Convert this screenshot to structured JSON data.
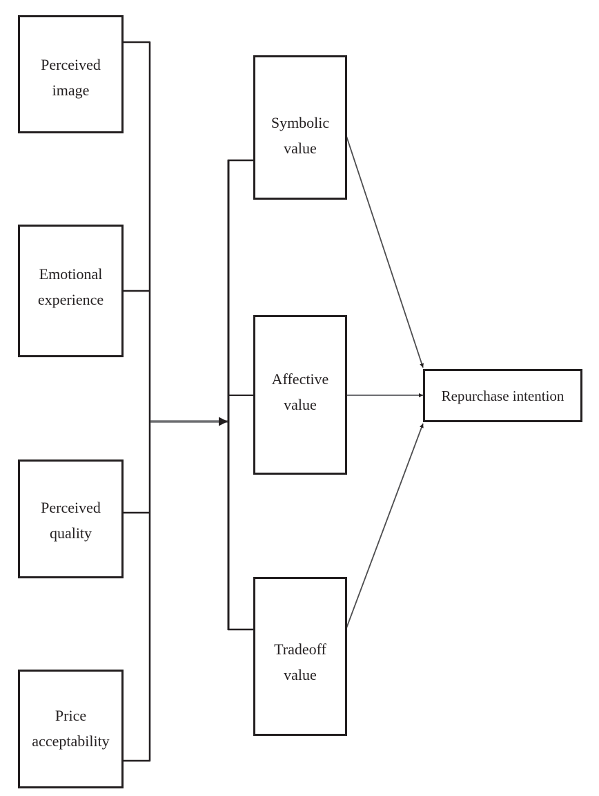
{
  "diagram": {
    "type": "path-model",
    "colors": {
      "stroke": "#231f20",
      "arrow_gray": "#6d6e71",
      "background": "#ffffff"
    },
    "antecedents": [
      {
        "id": "perceived-image",
        "lines": [
          "Perceived",
          "image"
        ]
      },
      {
        "id": "emotional-experience",
        "lines": [
          "Emotional",
          "experience"
        ]
      },
      {
        "id": "perceived-quality",
        "lines": [
          "Perceived",
          "quality"
        ]
      },
      {
        "id": "price-acceptability",
        "lines": [
          "Price",
          "acceptability"
        ]
      }
    ],
    "mediators": [
      {
        "id": "symbolic-value",
        "lines": [
          "Symbolic",
          "value"
        ]
      },
      {
        "id": "affective-value",
        "lines": [
          "Affective",
          "value"
        ]
      },
      {
        "id": "tradeoff-value",
        "lines": [
          "Tradeoff",
          "value"
        ]
      }
    ],
    "outcome": {
      "id": "repurchase-intention",
      "label": "Repurchase intention"
    },
    "edges": [
      {
        "from": "antecedents",
        "to": "mediators",
        "style": "bracket-arrow"
      },
      {
        "from": "symbolic-value",
        "to": "repurchase-intention"
      },
      {
        "from": "affective-value",
        "to": "repurchase-intention"
      },
      {
        "from": "tradeoff-value",
        "to": "repurchase-intention"
      }
    ]
  }
}
